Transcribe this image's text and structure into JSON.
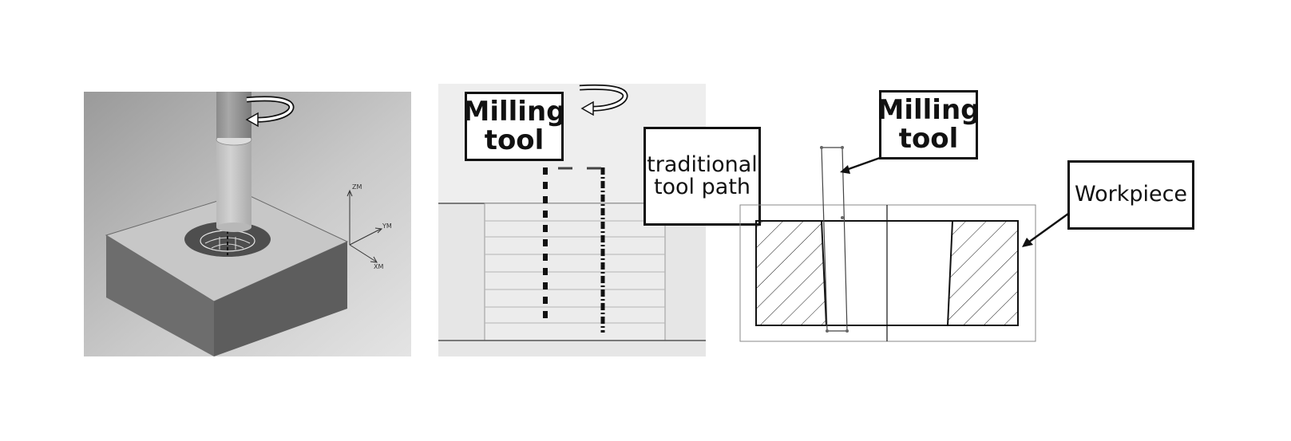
{
  "panel1": {
    "axis_labels": {
      "z": "ZM",
      "y": "YM",
      "x": "XM"
    }
  },
  "panel2": {
    "milling_tool_label": [
      "Milling",
      "tool"
    ],
    "path_label": [
      "traditional",
      "tool path"
    ]
  },
  "panel3": {
    "milling_tool_label": [
      "Milling",
      "tool"
    ],
    "workpiece_label": "Workpiece"
  }
}
